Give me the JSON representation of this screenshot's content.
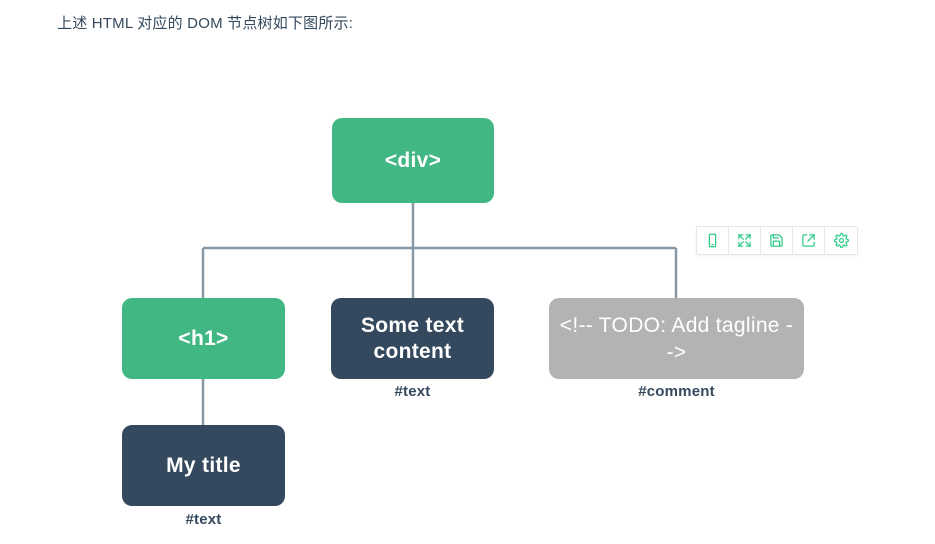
{
  "caption": "上述 HTML 对应的 DOM 节点树如下图所示:",
  "colors": {
    "element_node": "#41b883",
    "text_node": "#35495e",
    "comment_node": "#b3b3b3",
    "connector": "#8899a6",
    "toolbar_icon": "#2ecc86",
    "page_background": "#ffffff"
  },
  "tree": {
    "root": {
      "label": "<div>",
      "type": "element"
    },
    "children": [
      {
        "label": "<h1>",
        "type": "element",
        "caption": "",
        "children": [
          {
            "label": "My title",
            "type": "text",
            "caption": "#text"
          }
        ]
      },
      {
        "label": "Some text content",
        "type": "text",
        "caption": "#text"
      },
      {
        "label": "<!-- TODO: Add tagline  -->",
        "type": "comment",
        "caption": "#comment"
      }
    ]
  },
  "toolbar": {
    "buttons": [
      {
        "name": "device-preview-icon",
        "title": "Device preview"
      },
      {
        "name": "fullscreen-icon",
        "title": "Fullscreen"
      },
      {
        "name": "save-icon",
        "title": "Save"
      },
      {
        "name": "share-icon",
        "title": "Share"
      },
      {
        "name": "gear-icon",
        "title": "Settings"
      }
    ]
  }
}
